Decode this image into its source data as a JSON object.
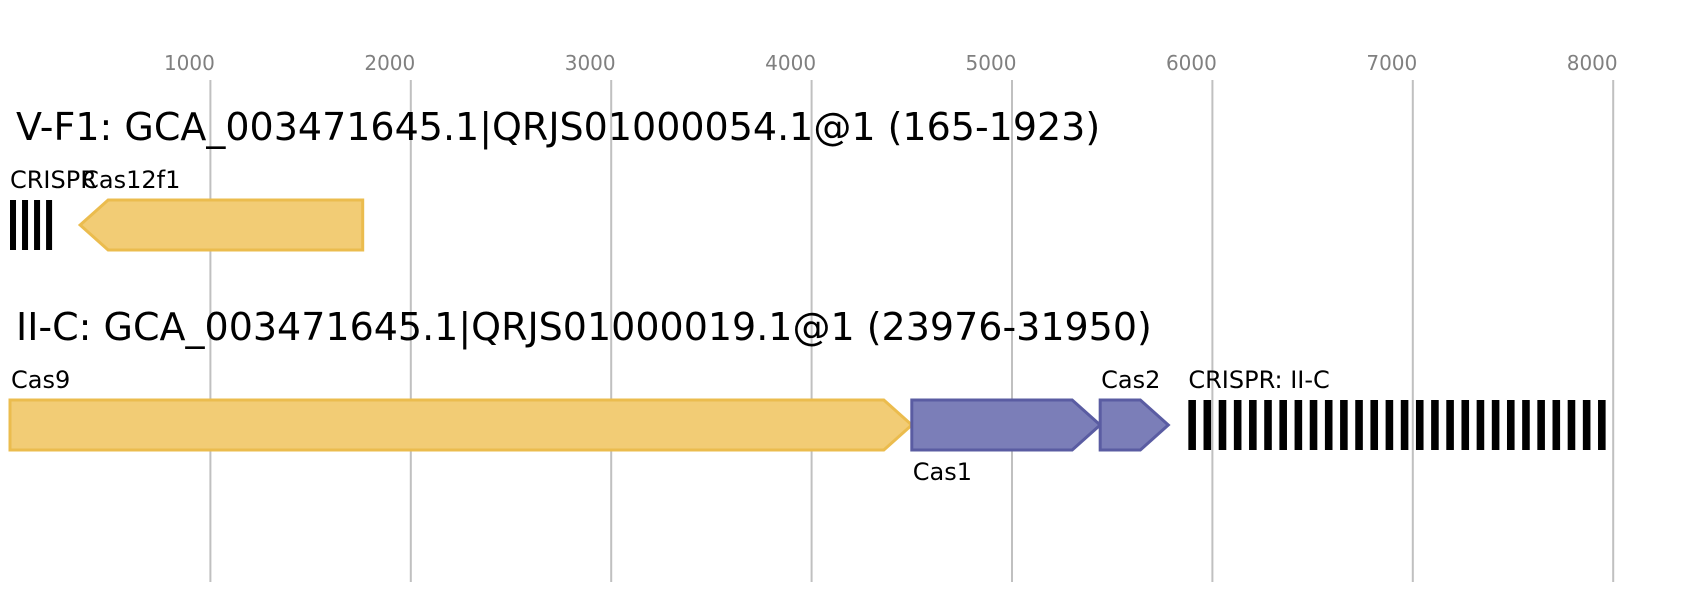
{
  "colors": {
    "background": "#ffffff",
    "grid": "#c0c0c0",
    "tick_text": "#808080",
    "gene_yellow_fill": "#f2cc75",
    "gene_yellow_stroke": "#ebbc4e",
    "gene_purple_fill": "#7b7eb8",
    "gene_purple_stroke": "#5a5ca2",
    "crispr_bar": "#000000"
  },
  "axis": {
    "ticks": [
      {
        "value": 1000,
        "label": "1000"
      },
      {
        "value": 2000,
        "label": "2000"
      },
      {
        "value": 3000,
        "label": "3000"
      },
      {
        "value": 4000,
        "label": "4000"
      },
      {
        "value": 5000,
        "label": "5000"
      },
      {
        "value": 6000,
        "label": "6000"
      },
      {
        "value": 7000,
        "label": "7000"
      },
      {
        "value": 8000,
        "label": "8000"
      }
    ]
  },
  "tracks": [
    {
      "title": "V-F1: GCA_003471645.1|QRJS01000054.1@1 (165-1923)",
      "features": [
        {
          "label": "CRISPR",
          "kind": "crispr",
          "start": 0,
          "end": 240,
          "repeats": 4
        },
        {
          "label": "Cas12f1",
          "kind": "gene",
          "strand": "-",
          "start": 350,
          "end": 1760,
          "color": "yellow",
          "label_pos": "above"
        }
      ]
    },
    {
      "title": "II-C: GCA_003471645.1|QRJS01000019.1@1 (23976-31950)",
      "features": [
        {
          "label": "Cas9",
          "kind": "gene",
          "strand": "+",
          "start": 0,
          "end": 4500,
          "color": "yellow",
          "label_pos": "above"
        },
        {
          "label": "Cas1",
          "kind": "gene",
          "strand": "+",
          "start": 4500,
          "end": 5440,
          "color": "purple",
          "label_pos": "below"
        },
        {
          "label": "Cas2",
          "kind": "gene",
          "strand": "+",
          "start": 5440,
          "end": 5780,
          "color": "purple",
          "label_pos": "above"
        },
        {
          "label": "CRISPR: II-C",
          "kind": "crispr",
          "start": 5880,
          "end": 8000,
          "repeats": 28
        }
      ]
    }
  ]
}
